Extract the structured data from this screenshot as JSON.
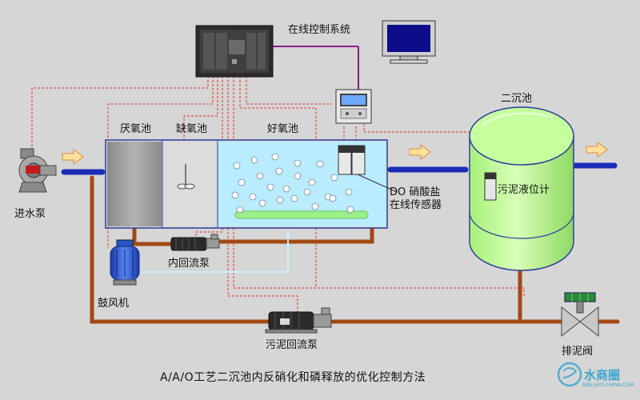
{
  "labels": {
    "control_system": "在线控制系统",
    "anaerobic_tank": "厌氧池",
    "anoxic_tank": "缺氧池",
    "aerobic_tank": "好氧池",
    "clarifier": "二沉池",
    "inlet_pump": "进水泵",
    "sensor_line1": "DO 硝酸盐",
    "sensor_line2": "在线传感器",
    "internal_pump": "内回流泵",
    "blower": "鼓风机",
    "sludge_level_meter": "污泥液位计",
    "sludge_return_pump": "污泥回流泵",
    "sludge_valve": "排泥阀"
  },
  "caption": "A/A/O工艺二沉池内反硝化和磷释放的优化控制方法",
  "watermark": {
    "brand": "水商圈",
    "url": "BBS.H2O-CHINA.COM"
  },
  "colors": {
    "background": "#d6d6d6",
    "water": "#b9ecff",
    "clarifier": "#c6ff9e",
    "pipe_blue": "#1c2db8",
    "pipe_brown": "#a34a16",
    "signal_red": "#e0301e",
    "network_purple": "#8a1b8a",
    "arrow_fill": "#ffe2a0",
    "arrow_stroke": "#e08a3a"
  }
}
